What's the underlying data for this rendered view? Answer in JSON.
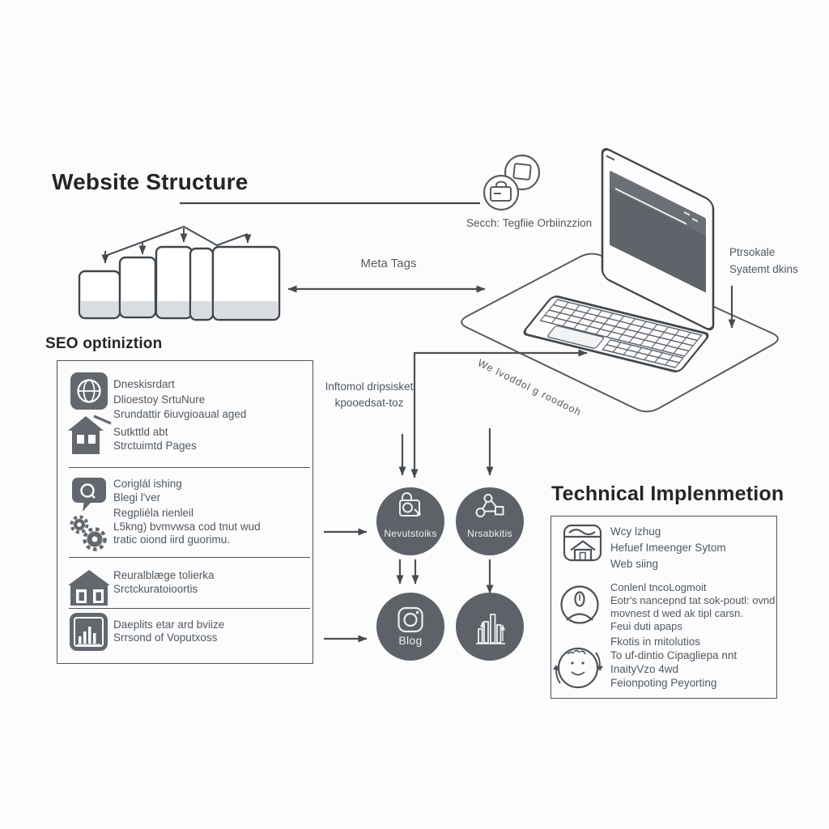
{
  "titles": {
    "website_structure": "Website Structure",
    "seo_panel": "SEO optiniztion",
    "technical_panel": "Technical Implenmetion"
  },
  "labels": {
    "meta_tags": "Meta Tags",
    "search_engine_caption": "Secch: Tegfiie Orbiinzzion",
    "personale_line1": "Ptrsokale",
    "personale_line2": "Syatemt dkins",
    "internal_line1": "Inftomol dripsisket",
    "internal_line2": "kpooedsat-toz",
    "mat_rotated": "We lvoddol g roodooh"
  },
  "seo_panel": {
    "items": [
      {
        "icon": "globe-icon",
        "lines": [
          "Dneskisrdart",
          "Dlioestoy SrtuNure",
          "Srundattir 6iuvgioaual aged"
        ]
      },
      {
        "icon": "structured-pages-house-icon",
        "lines": [
          "Sutkttld abt",
          "Strctuimtd Pages"
        ]
      },
      {
        "icon": "speech-bubble-icon",
        "lines": [
          "Coriglál ishing",
          "Blegi l'ver"
        ]
      },
      {
        "icon": "gears-icon",
        "lines": [
          "Regpliéla rienleil",
          "L5kng) bvmvwsa cod tnut wud",
          "tratic oiond iird guorimu."
        ]
      },
      {
        "icon": "bank-house-icon",
        "lines": [
          "Reuralblæge tolierka",
          "Srctckuratoioortis"
        ]
      },
      {
        "icon": "analytics-chart-icon",
        "lines": [
          "Daeplits etar ard bviize",
          "Srrsond of Voputxoss"
        ]
      }
    ]
  },
  "technical_panel": {
    "items": [
      {
        "icon": "browser-home-icon",
        "lines": [
          "Wcy lzhug",
          "Hefuef Imeenger Sytom",
          "Web siing"
        ]
      },
      {
        "icon": "person-icon",
        "lines": [
          "Conlenl tncoLogmoit",
          "Eotr's nancepnd tat sok-poutl: ovnd",
          "movnest d wed ak tipl carsn.",
          "Feui duti apaps"
        ]
      },
      {
        "icon": "face-sync-icon",
        "lines": [
          "Fkotis in mitolutios",
          "To uf-dintio Cipagliepa nnt",
          "InaityVzo 4wd",
          "Feionpoting Peyorting"
        ]
      }
    ]
  },
  "nodes": {
    "newsletter": "Nevutstoiks",
    "network": "Nrsabkitis",
    "blog": "Blog"
  },
  "colors": {
    "ink": "#4a5056",
    "icon_fill": "#62686e",
    "node_circle": "#5c6268",
    "card_band": "#d9dde1",
    "screen": "#666b71",
    "text_gray": "#4e5863"
  }
}
